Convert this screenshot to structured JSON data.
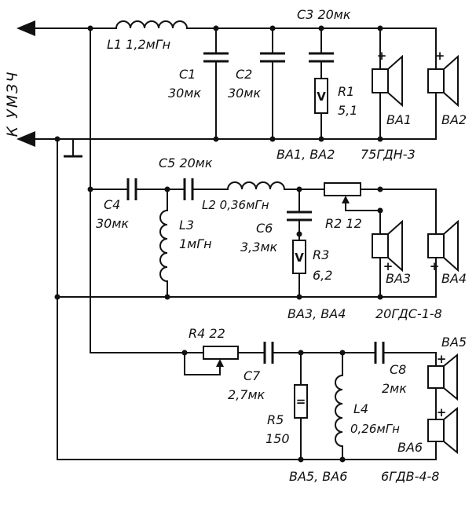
{
  "side_label": "К УМЗЧ",
  "sections": {
    "bass": {
      "L1": "L1 1,2мГн",
      "C1_name": "C1",
      "C1_value": "30мк",
      "C2_name": "C2",
      "C2_value": "30мк",
      "C3": "C3 20мк",
      "R1_name": "R1",
      "R1_value": "5,1",
      "BA1": "BA1",
      "BA2": "BA2",
      "caption_left": "BA1, BA2",
      "caption_right": "75ГДН-3"
    },
    "mid": {
      "C5": "C5 20мк",
      "C4_name": "C4",
      "C4_value": "30мк",
      "L2": "L2 0,36мГн",
      "L3_name": "L3",
      "L3_value": "1мГн",
      "C6_name": "C6",
      "C6_value": "3,3мк",
      "R3_name": "R3",
      "R3_value": "6,2",
      "R2": "R2 12",
      "BA3": "BA3",
      "BA4": "BA4",
      "caption_left": "BA3, BA4",
      "caption_right": "20ГДС-1-8"
    },
    "treble": {
      "R4": "R4 22",
      "C7_name": "C7",
      "C7_value": "2,7мк",
      "C8_name": "C8",
      "C8_value": "2мк",
      "R5_name": "R5",
      "R5_value": "150",
      "L4_name": "L4",
      "L4_value": "0,26мГн",
      "BA5": "BA5",
      "BA6": "BA6",
      "caption_left": "BA5, BA6",
      "caption_right": "6ГДВ-4-8"
    }
  },
  "symbols": {
    "resistor_v": "V",
    "resistor_wire": "=",
    "plus": "+"
  }
}
